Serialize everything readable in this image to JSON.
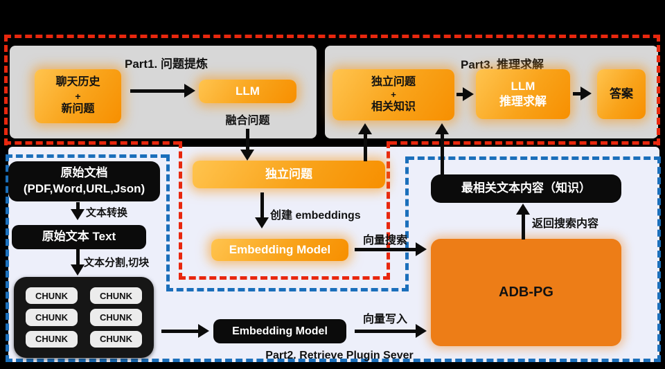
{
  "colors": {
    "red_dash": "#E8270E",
    "blue_dash": "#1B6FBB",
    "orange_gradient_light": "#FFC44F",
    "orange_gradient_dark": "#F78F00",
    "adb_orange": "#ED7D17",
    "panel_gray": "#D7D7D7",
    "panel_lavender": "#EDEFFA",
    "box_black": "#0B0B0B"
  },
  "part1": {
    "title": "Part1. 问题提炼",
    "chat_history_box": {
      "lines": [
        "聊天历史",
        "+",
        "新问题"
      ]
    },
    "llm_box": "LLM",
    "fused_question_label": "融合问题"
  },
  "part3": {
    "title": "Part3. 推理求解",
    "question_knowledge_box": {
      "lines": [
        "独立问题",
        "+",
        "相关知识"
      ]
    },
    "llm_box": {
      "lines": [
        "LLM",
        "推理求解"
      ]
    },
    "answer_box": "答案"
  },
  "query_path": {
    "independent_question_box": "独立问题",
    "create_embeddings_label": "创建 embeddings",
    "embedding_model_box": "Embedding Model",
    "vector_search_label": "向量搜索"
  },
  "part2": {
    "label": "Part2. Retrieve Plugin Sever",
    "raw_doc_box": {
      "lines": [
        "原始文档",
        "(PDF,Word,URL,Json)"
      ]
    },
    "text_convert_label": "文本转换",
    "raw_text_box": "原始文本 Text",
    "text_split_label": "文本分割,切块",
    "chunks": [
      "CHUNK",
      "CHUNK",
      "CHUNK",
      "CHUNK",
      "CHUNK",
      "CHUNK"
    ],
    "embedding_model_box": "Embedding Model",
    "vector_write_label": "向量写入",
    "adb_pg_box": "ADB-PG",
    "best_content_box": "最相关文本内容（知识）",
    "return_search_label": "返回搜索内容"
  }
}
